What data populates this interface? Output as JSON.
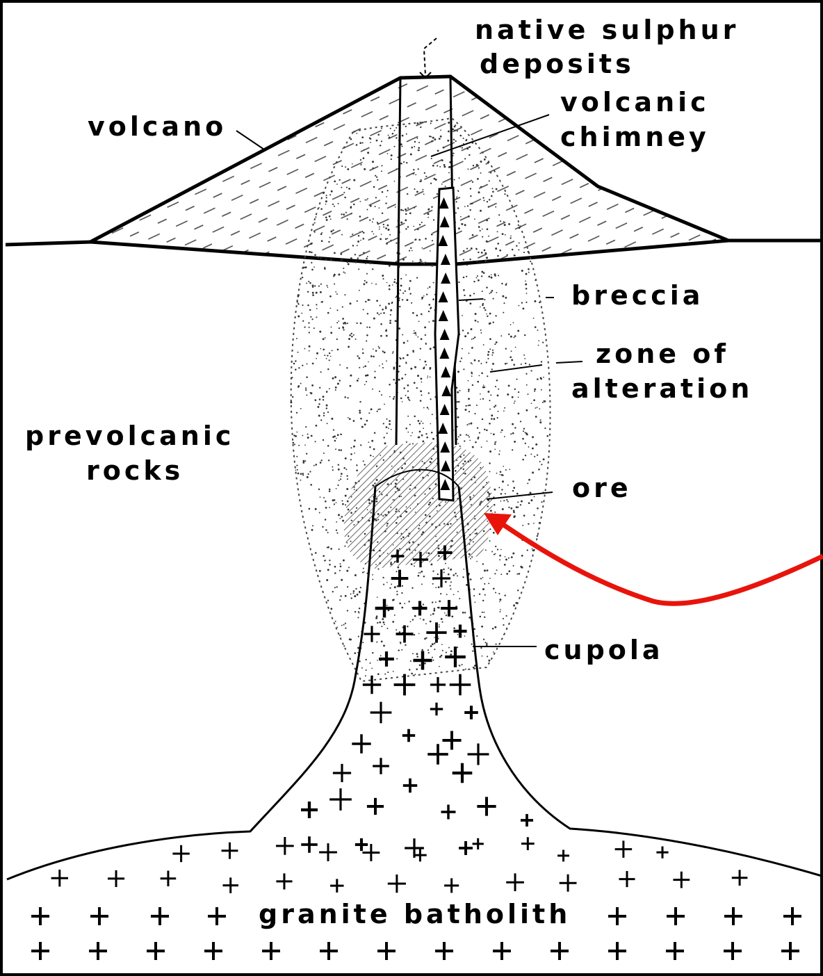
{
  "labels": {
    "native_sulphur": "native sulphur",
    "deposits": "deposits",
    "volcanic": "volcanic",
    "chimney": "chimney",
    "volcano": "volcano",
    "breccia": "breccia",
    "zone_of": "zone of",
    "alteration": "alteration",
    "prevolcanic": "prevolcanic",
    "rocks": "rocks",
    "ore": "ore",
    "cupola": "cupola",
    "granite_batholith": "granite batholith"
  },
  "colors": {
    "ink": "#000000",
    "background": "#ffffff",
    "pointer_arrow": "#e8140c",
    "hatch": "#555555",
    "stipple": "#333333"
  },
  "icons": {
    "pointer": "red-arrow-icon"
  }
}
